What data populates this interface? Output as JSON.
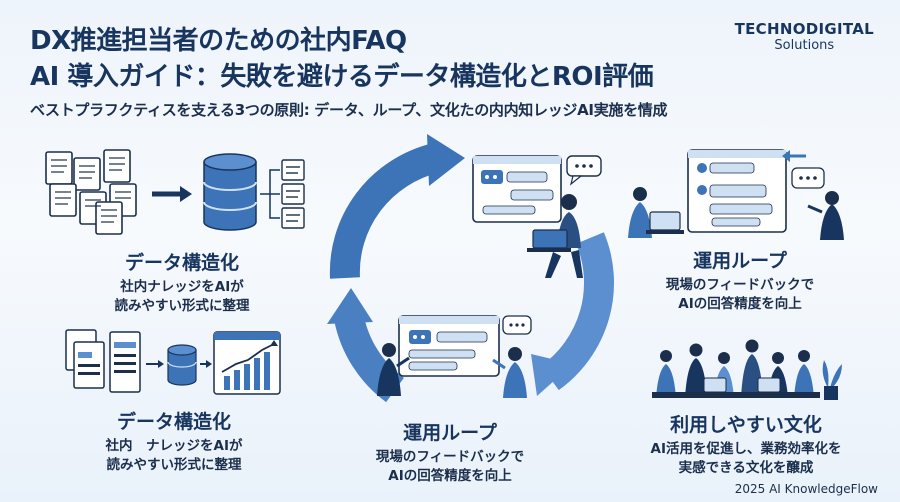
{
  "header": {
    "title_line1": "DX推進担当者のための社内FAQ",
    "title_line2": "AI 導入ガイド：失敗を避けるデータ構造化とROI評価",
    "subtitle": "ベストプラフクティスを支える3つの原則: データ、ループ、文化たの内内知レッジAI実施を情成"
  },
  "brand": {
    "name": "TECHNODIGITAL",
    "sub": "Solutions"
  },
  "cards": {
    "data_top": {
      "title": "データ構造化",
      "line1": "社内ナレッジをAIが",
      "line2": "読みやすい形式に整理"
    },
    "data_bottom": {
      "title": "データ構造化",
      "line1": "社内　ナレッジをAIが",
      "line2": "読みやすい形式に整理"
    },
    "loop_right": {
      "title": "運用ループ",
      "line1": "現場のフィードバックで",
      "line2": "AIの回答精度を向上"
    },
    "loop_center": {
      "title": "運用ループ",
      "line1": "現場のフィードバックで",
      "line2": "AIの回答精度を向上"
    },
    "culture": {
      "title": "利用しやすい文化",
      "line1": "AI活用を促進し、業務効率化を",
      "line2": "実感できる文化を醸成"
    }
  },
  "footer": {
    "text": "2025 AI KnowledgeFlow"
  },
  "colors": {
    "navy": "#17355f",
    "blue": "#3d74b8",
    "light_blue": "#cfe0f3",
    "accent": "#f0a04b"
  },
  "icons": [
    "document-stack-icon",
    "arrow-right-icon",
    "database-icon",
    "bar-chart-icon",
    "chat-bubble-icon",
    "person-icon",
    "laptop-icon",
    "potted-plant-icon"
  ]
}
